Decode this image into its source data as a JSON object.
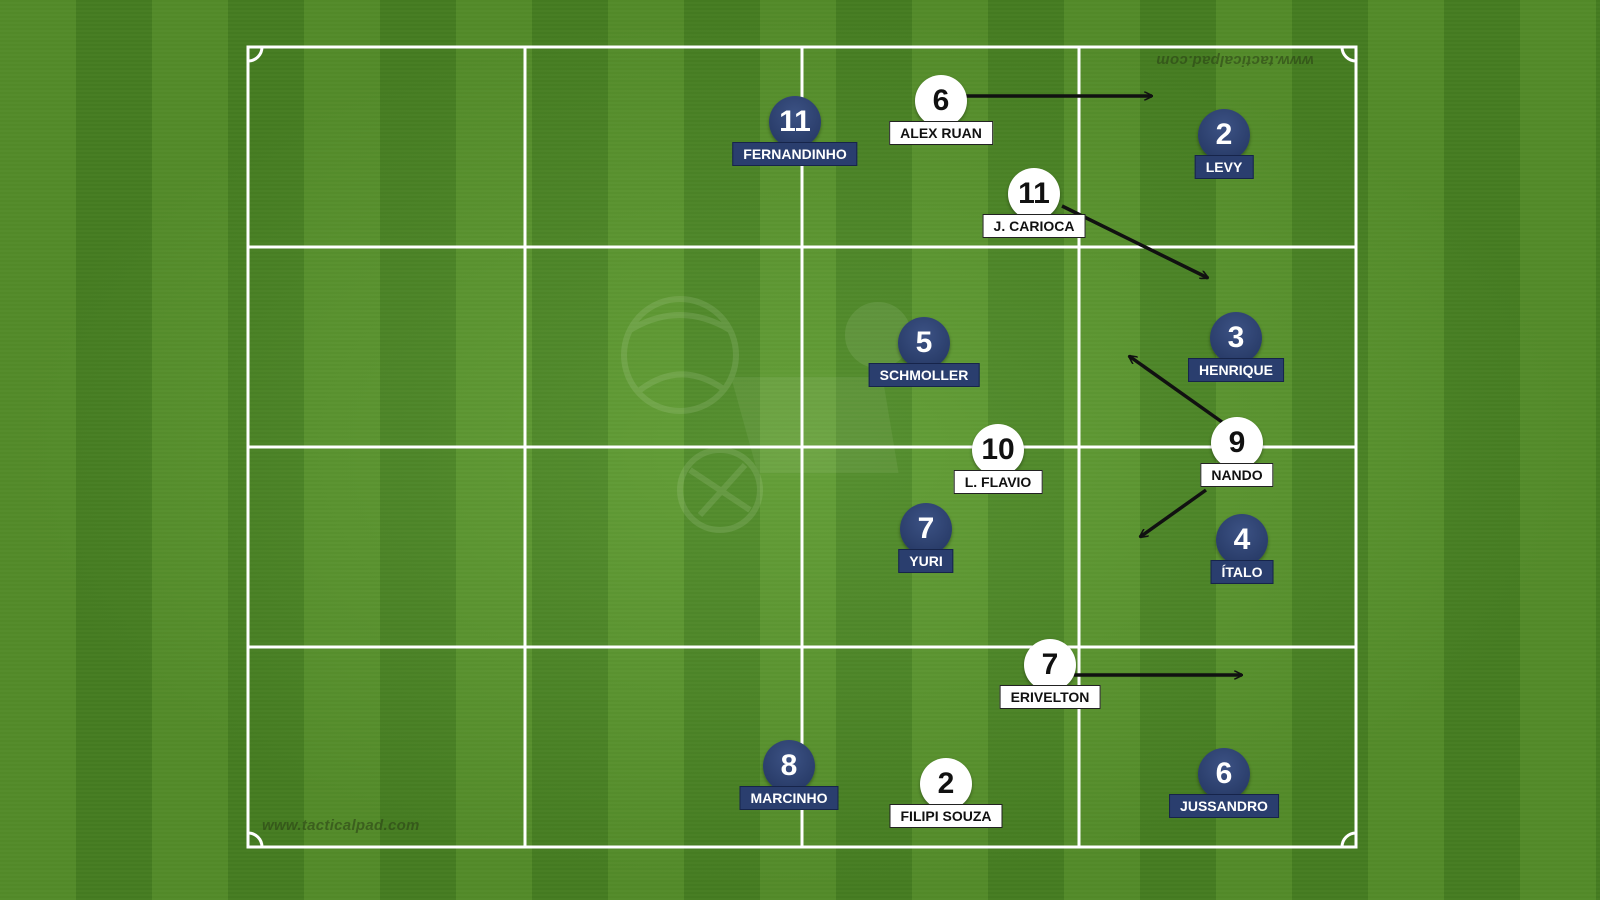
{
  "watermark": {
    "top": "www.tacticalpad.com",
    "bottom": "www.tacticalpad.com"
  },
  "colors": {
    "grass_light": "#5c9a2e",
    "grass_dark": "#4d8a25",
    "white_team": "#ffffff",
    "navy_team": "#2a3e6e",
    "lines": "#ffffff",
    "arrows": "#111111"
  },
  "players": [
    {
      "id": "alex-ruan",
      "team": "white",
      "number": "6",
      "name": "ALEX RUAN"
    },
    {
      "id": "j-carioca",
      "team": "white",
      "number": "11",
      "name": "J. CARIOCA"
    },
    {
      "id": "l-flavio",
      "team": "white",
      "number": "10",
      "name": "L. FLAVIO"
    },
    {
      "id": "nando",
      "team": "white",
      "number": "9",
      "name": "NANDO"
    },
    {
      "id": "erivelton",
      "team": "white",
      "number": "7",
      "name": "ERIVELTON"
    },
    {
      "id": "filipi-souza",
      "team": "white",
      "number": "2",
      "name": "FILIPI SOUZA"
    },
    {
      "id": "fernandinho",
      "team": "navy",
      "number": "11",
      "name": "FERNANDINHO"
    },
    {
      "id": "levy",
      "team": "navy",
      "number": "2",
      "name": "LEVY"
    },
    {
      "id": "schmoller",
      "team": "navy",
      "number": "5",
      "name": "SCHMOLLER"
    },
    {
      "id": "henrique",
      "team": "navy",
      "number": "3",
      "name": "HENRIQUE"
    },
    {
      "id": "yuri",
      "team": "navy",
      "number": "7",
      "name": "YURI"
    },
    {
      "id": "italo",
      "team": "navy",
      "number": "4",
      "name": "ÍTALO"
    },
    {
      "id": "marcinho",
      "team": "navy",
      "number": "8",
      "name": "MARCINHO"
    },
    {
      "id": "jussandro",
      "team": "navy",
      "number": "6",
      "name": "JUSSANDRO"
    }
  ]
}
